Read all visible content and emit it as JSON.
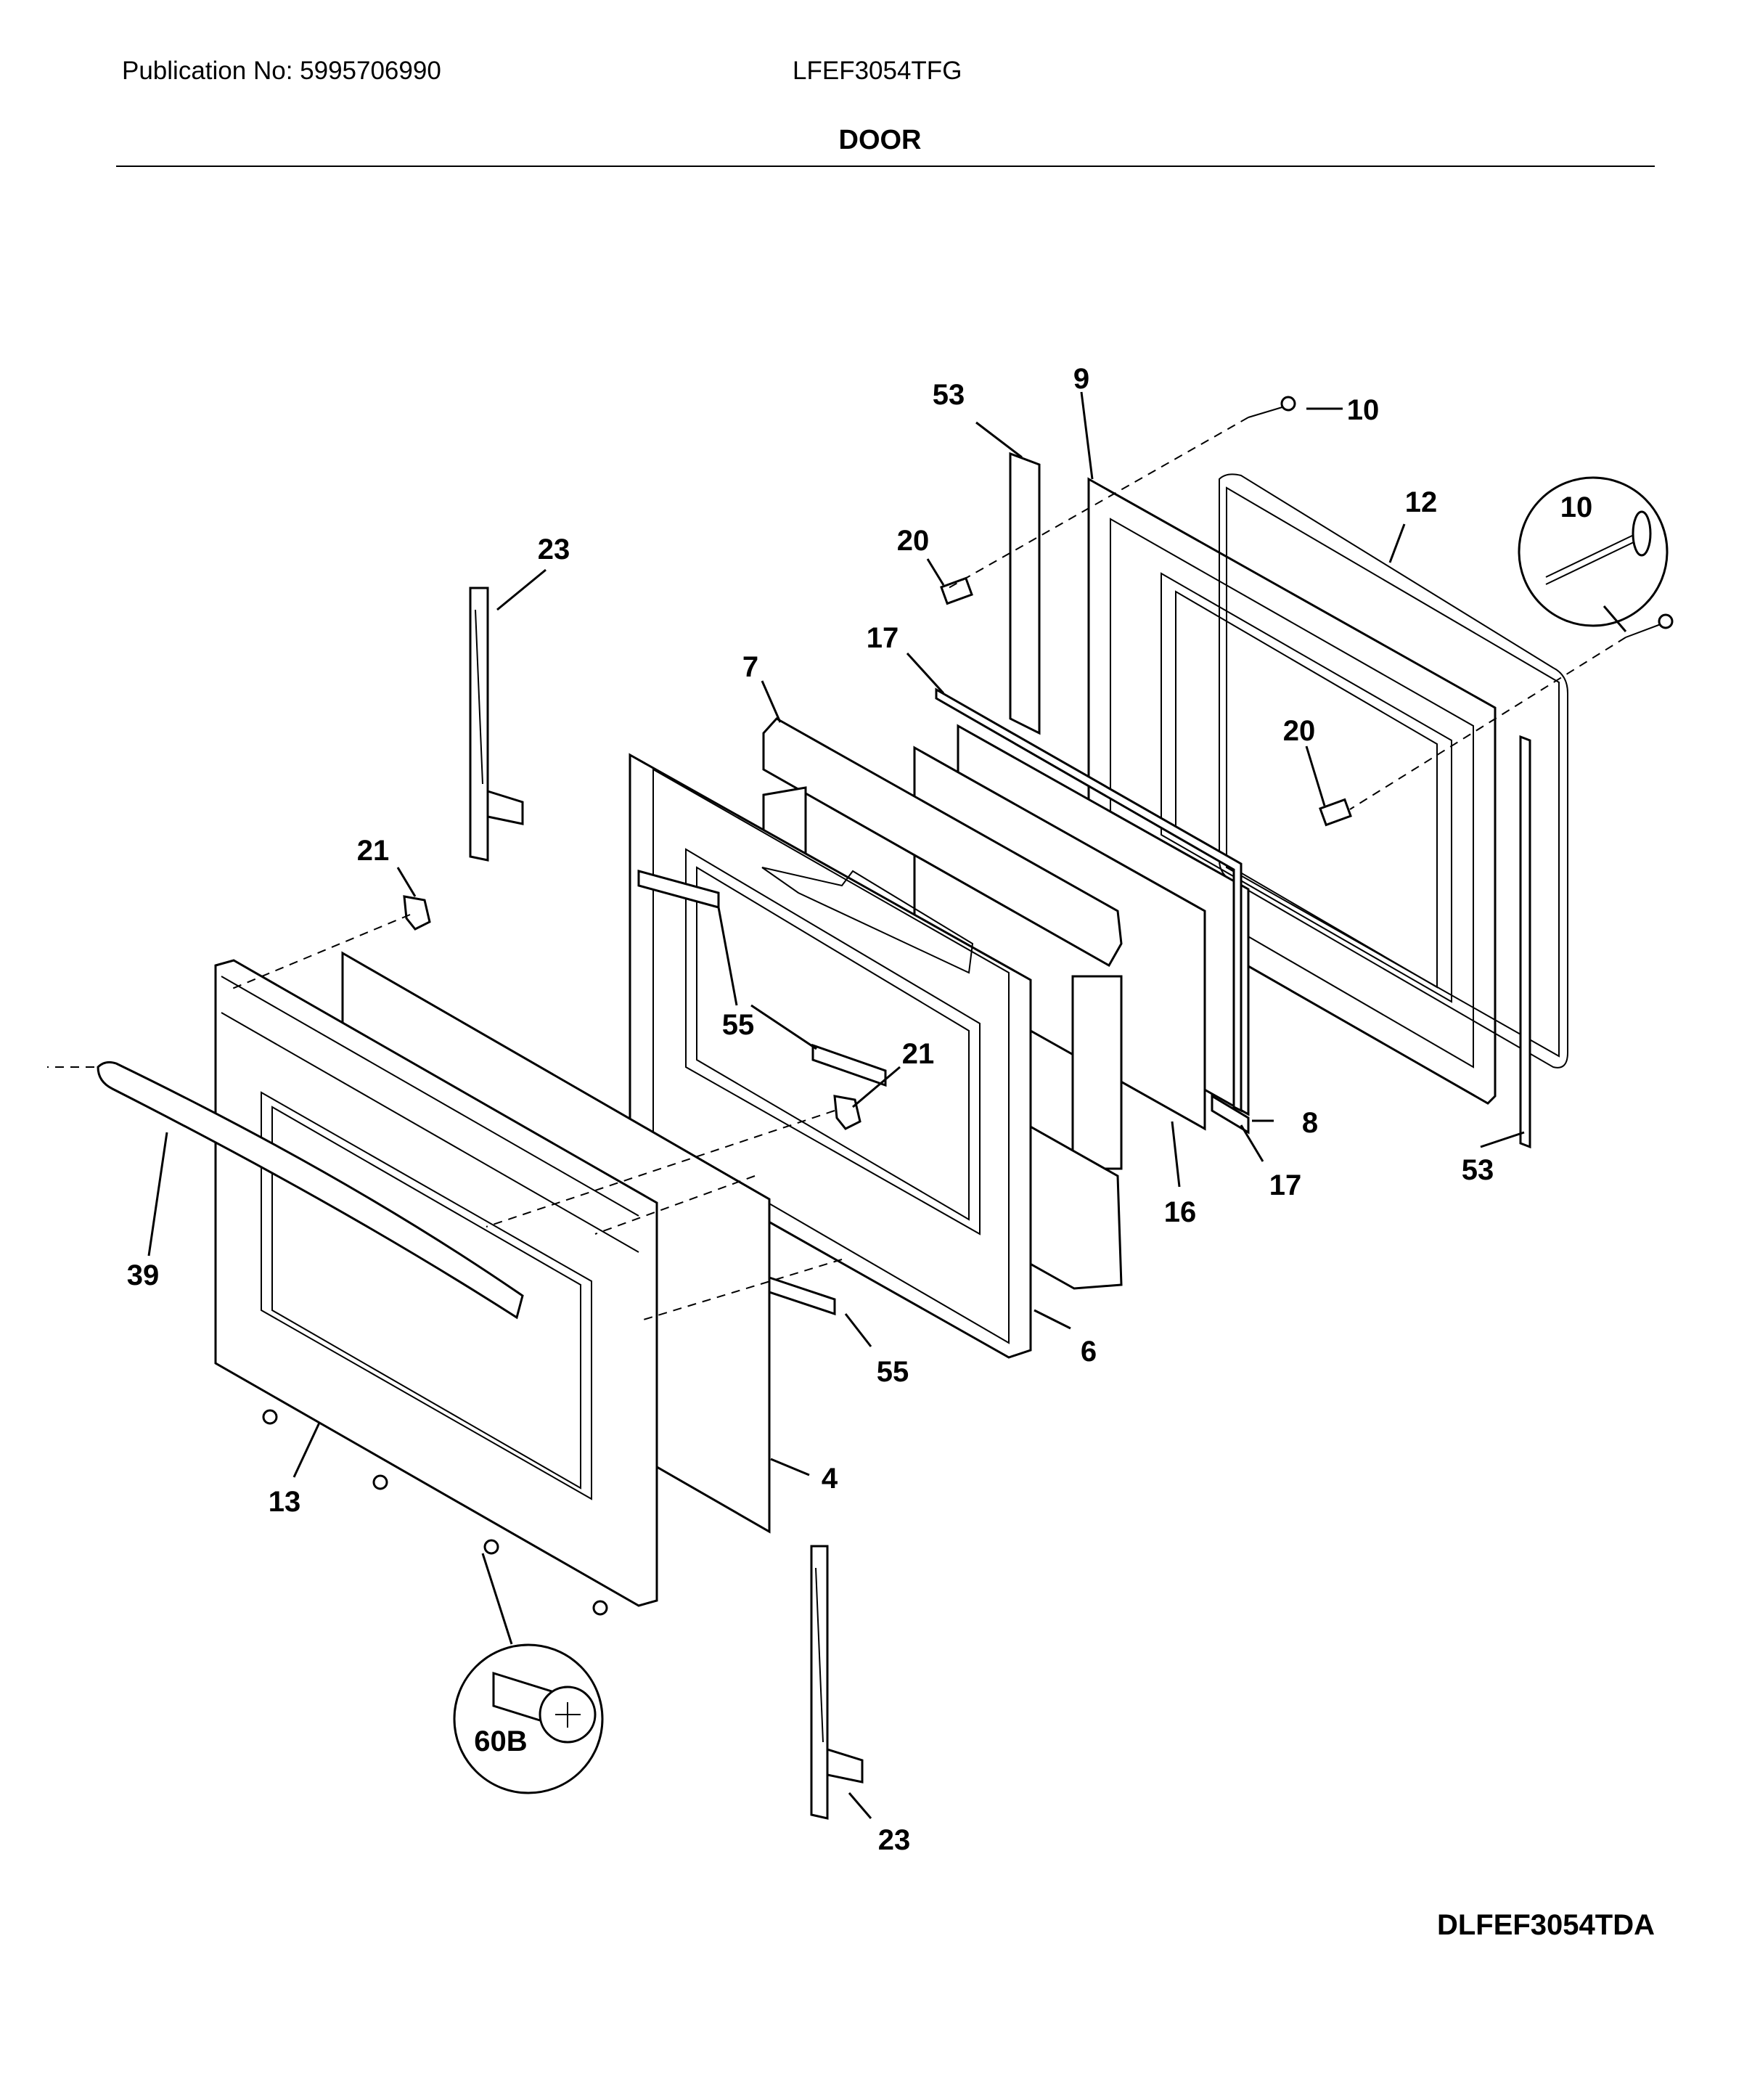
{
  "header": {
    "publication": "Publication No: 5995706990",
    "model": "LFEF3054TFG",
    "section": "DOOR"
  },
  "footer": {
    "diagram_code": "DLFEF3054TDA"
  },
  "callouts": {
    "c53a": "53",
    "c9": "9",
    "c10a": "10",
    "c12": "12",
    "c10b": "10",
    "c20a": "20",
    "c23a": "23",
    "c7": "7",
    "c17a": "17",
    "c20b": "20",
    "c21a": "21",
    "c55a": "55",
    "c21b": "21",
    "c8": "8",
    "c53b": "53",
    "c39": "39",
    "c16": "16",
    "c17b": "17",
    "c6": "6",
    "c55b": "55",
    "c4": "4",
    "c13": "13",
    "c60b": "60B",
    "c23b": "23"
  }
}
